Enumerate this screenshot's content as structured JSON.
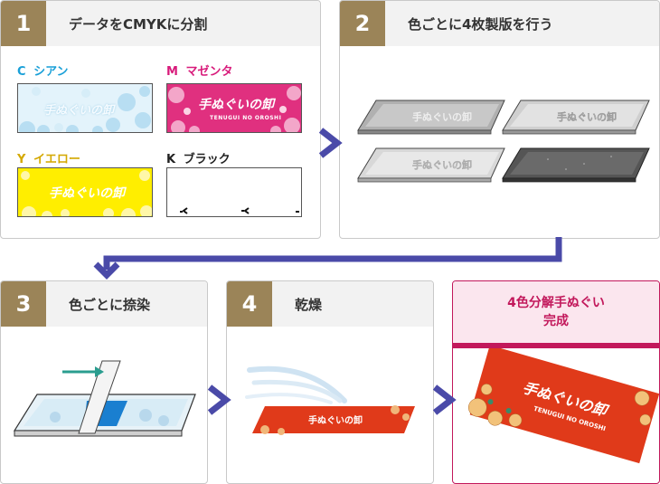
{
  "steps": [
    {
      "num": "1",
      "title": "データをCMYKに分割"
    },
    {
      "num": "2",
      "title": "色ごとに4枚製版を行う"
    },
    {
      "num": "3",
      "title": "色ごとに捺染"
    },
    {
      "num": "4",
      "title": "乾燥"
    }
  ],
  "channels": {
    "c": {
      "letter": "C",
      "name": "シアン"
    },
    "m": {
      "letter": "M",
      "name": "マゼンタ"
    },
    "y": {
      "letter": "Y",
      "name": "イエロー"
    },
    "k": {
      "letter": "K",
      "name": "ブラック"
    }
  },
  "final": {
    "line1": "4色分解手ぬぐい",
    "line2": "完成"
  },
  "product": {
    "logo": "手ぬぐいの卸",
    "sub": "TENUGUI NO OROSHI"
  },
  "colors": {
    "step_badge": "#9b8458",
    "cyan": "#1aa0d8",
    "magenta": "#d81b7b",
    "yellow": "#d4a800",
    "arrow": "#4a4aa8",
    "final_accent": "#c2185b",
    "towel_red": "#e03a1a"
  }
}
